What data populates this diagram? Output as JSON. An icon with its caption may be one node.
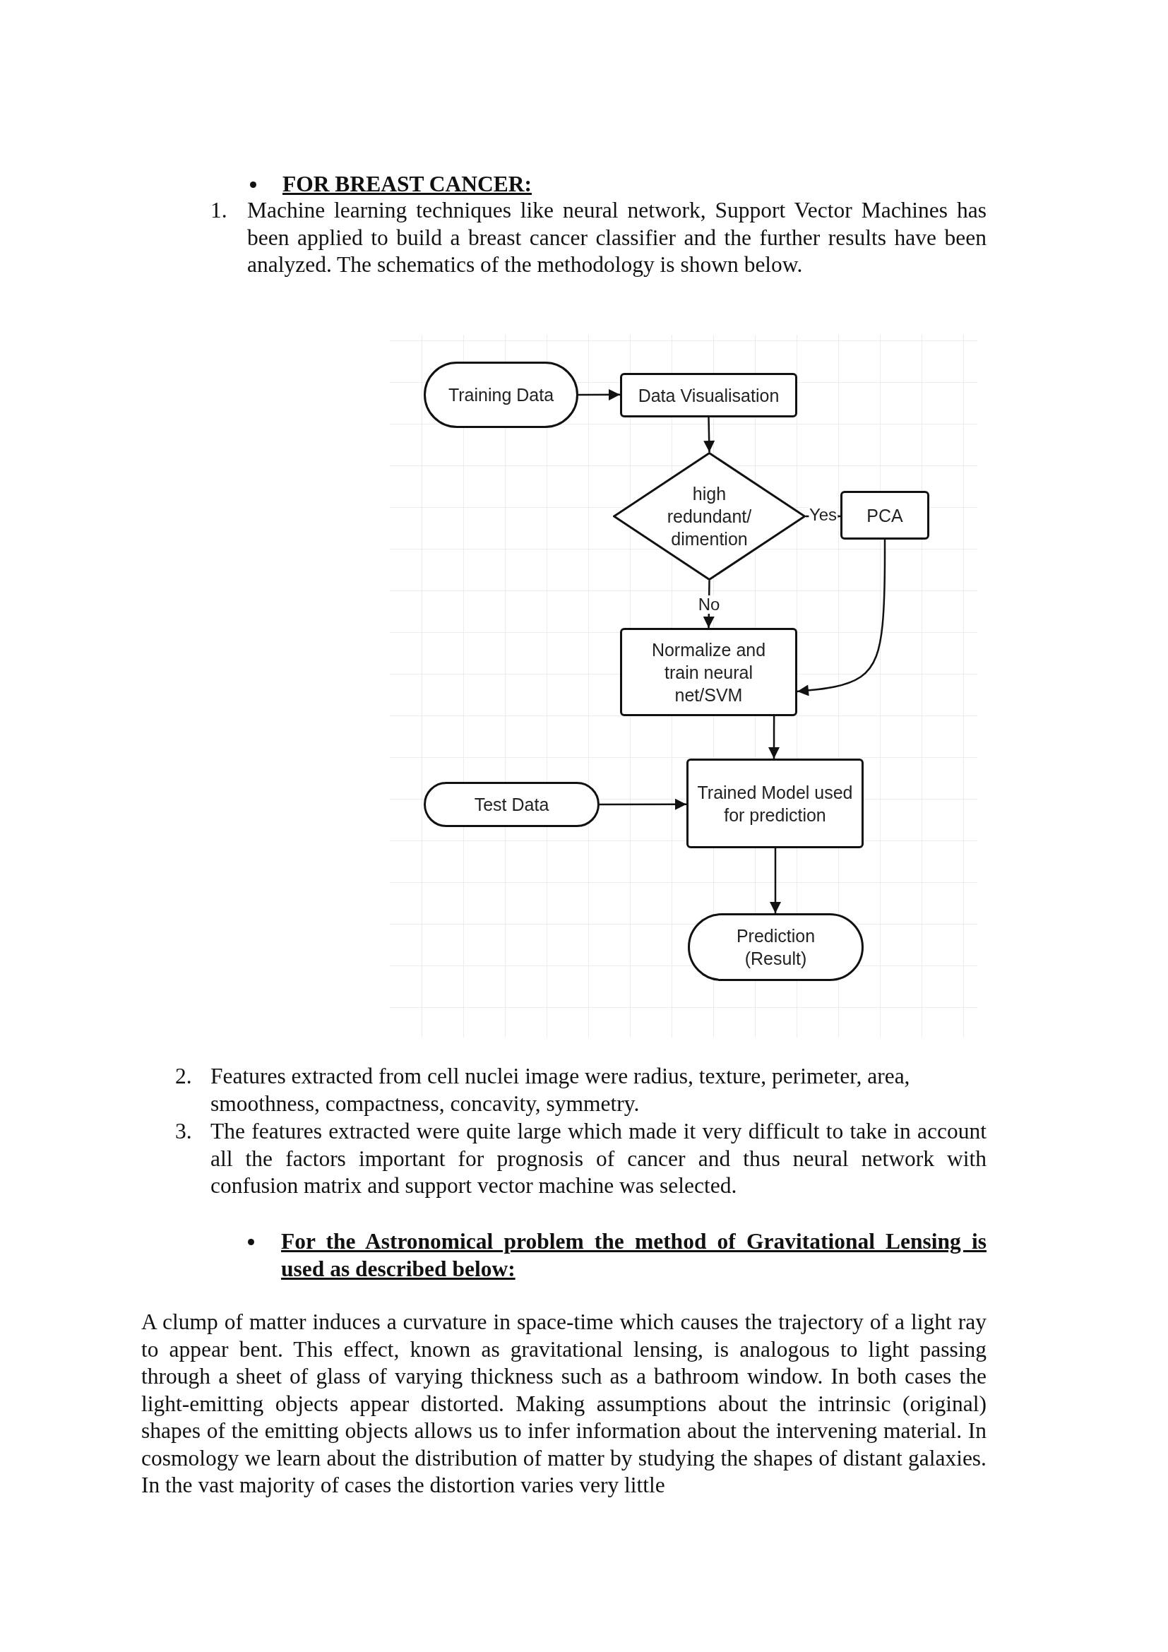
{
  "diagram": {
    "nodes": [
      {
        "text": [
          "Training Data"
        ]
      },
      {
        "text": [
          "Data Visualisation"
        ]
      },
      {
        "text": [
          "high redundant/ dimention"
        ]
      },
      {
        "text": [
          "PCA"
        ]
      },
      {
        "text": [
          "Normalize and train neural net/SVM"
        ]
      },
      {
        "text": [
          "Trained Model used for prediction"
        ]
      },
      {
        "text": [
          "Test Data"
        ]
      },
      {
        "text": [
          "Prediction (Result)"
        ]
      }
    ],
    "edges": [
      {
        "from": 0,
        "to": 1,
        "arrow": "to"
      },
      {
        "from": 1,
        "to": 2,
        "arrow": "to"
      },
      {
        "from": 2,
        "to": 3,
        "arrow": "to",
        "label": "Yes"
      },
      {
        "from": 2,
        "to": 4,
        "arrow": "to",
        "label": "No"
      },
      {
        "from": 3,
        "to": 4,
        "arrow": "to"
      },
      {
        "from": 4,
        "to": 5,
        "arrow": "to"
      },
      {
        "from": 6,
        "to": 5,
        "arrow": "to"
      },
      {
        "from": 5,
        "to": 7,
        "arrow": "to"
      }
    ],
    "labels": [
      "FOR BREAST CANCER:",
      "1.",
      "Machine learning techniques like neural network, Support Vector Machines has been applied to build a breast cancer classifier and the further results have been analyzed. The schematics of the methodology is shown below.",
      "2.",
      "Features extracted from cell nuclei image were radius, texture, perimeter, area, smoothness, compactness, concavity, symmetry.",
      "3.",
      "The features extracted were quite large which made it very difficult to take in account all the factors important for prognosis of cancer and thus neural network with confusion matrix and support vector machine was selected.",
      "For the Astronomical problem the method of Gravitational Lensing is used as described below:",
      "A clump of matter induces a curvature in space-time which causes the trajectory of a light ray to appear bent. This effect, known as gravitational lensing, is analogous to light passing through a sheet of glass of varying thickness such as a bathroom window. In both cases the light-emitting objects appear distorted. Making assumptions about the intrinsic (original) shapes of the emitting objects allows us to infer information about the intervening material. In cosmology we learn about the distribution of matter by studying the shapes of distant galaxies. In the vast majority of cases the distortion varies very little"
    ]
  }
}
